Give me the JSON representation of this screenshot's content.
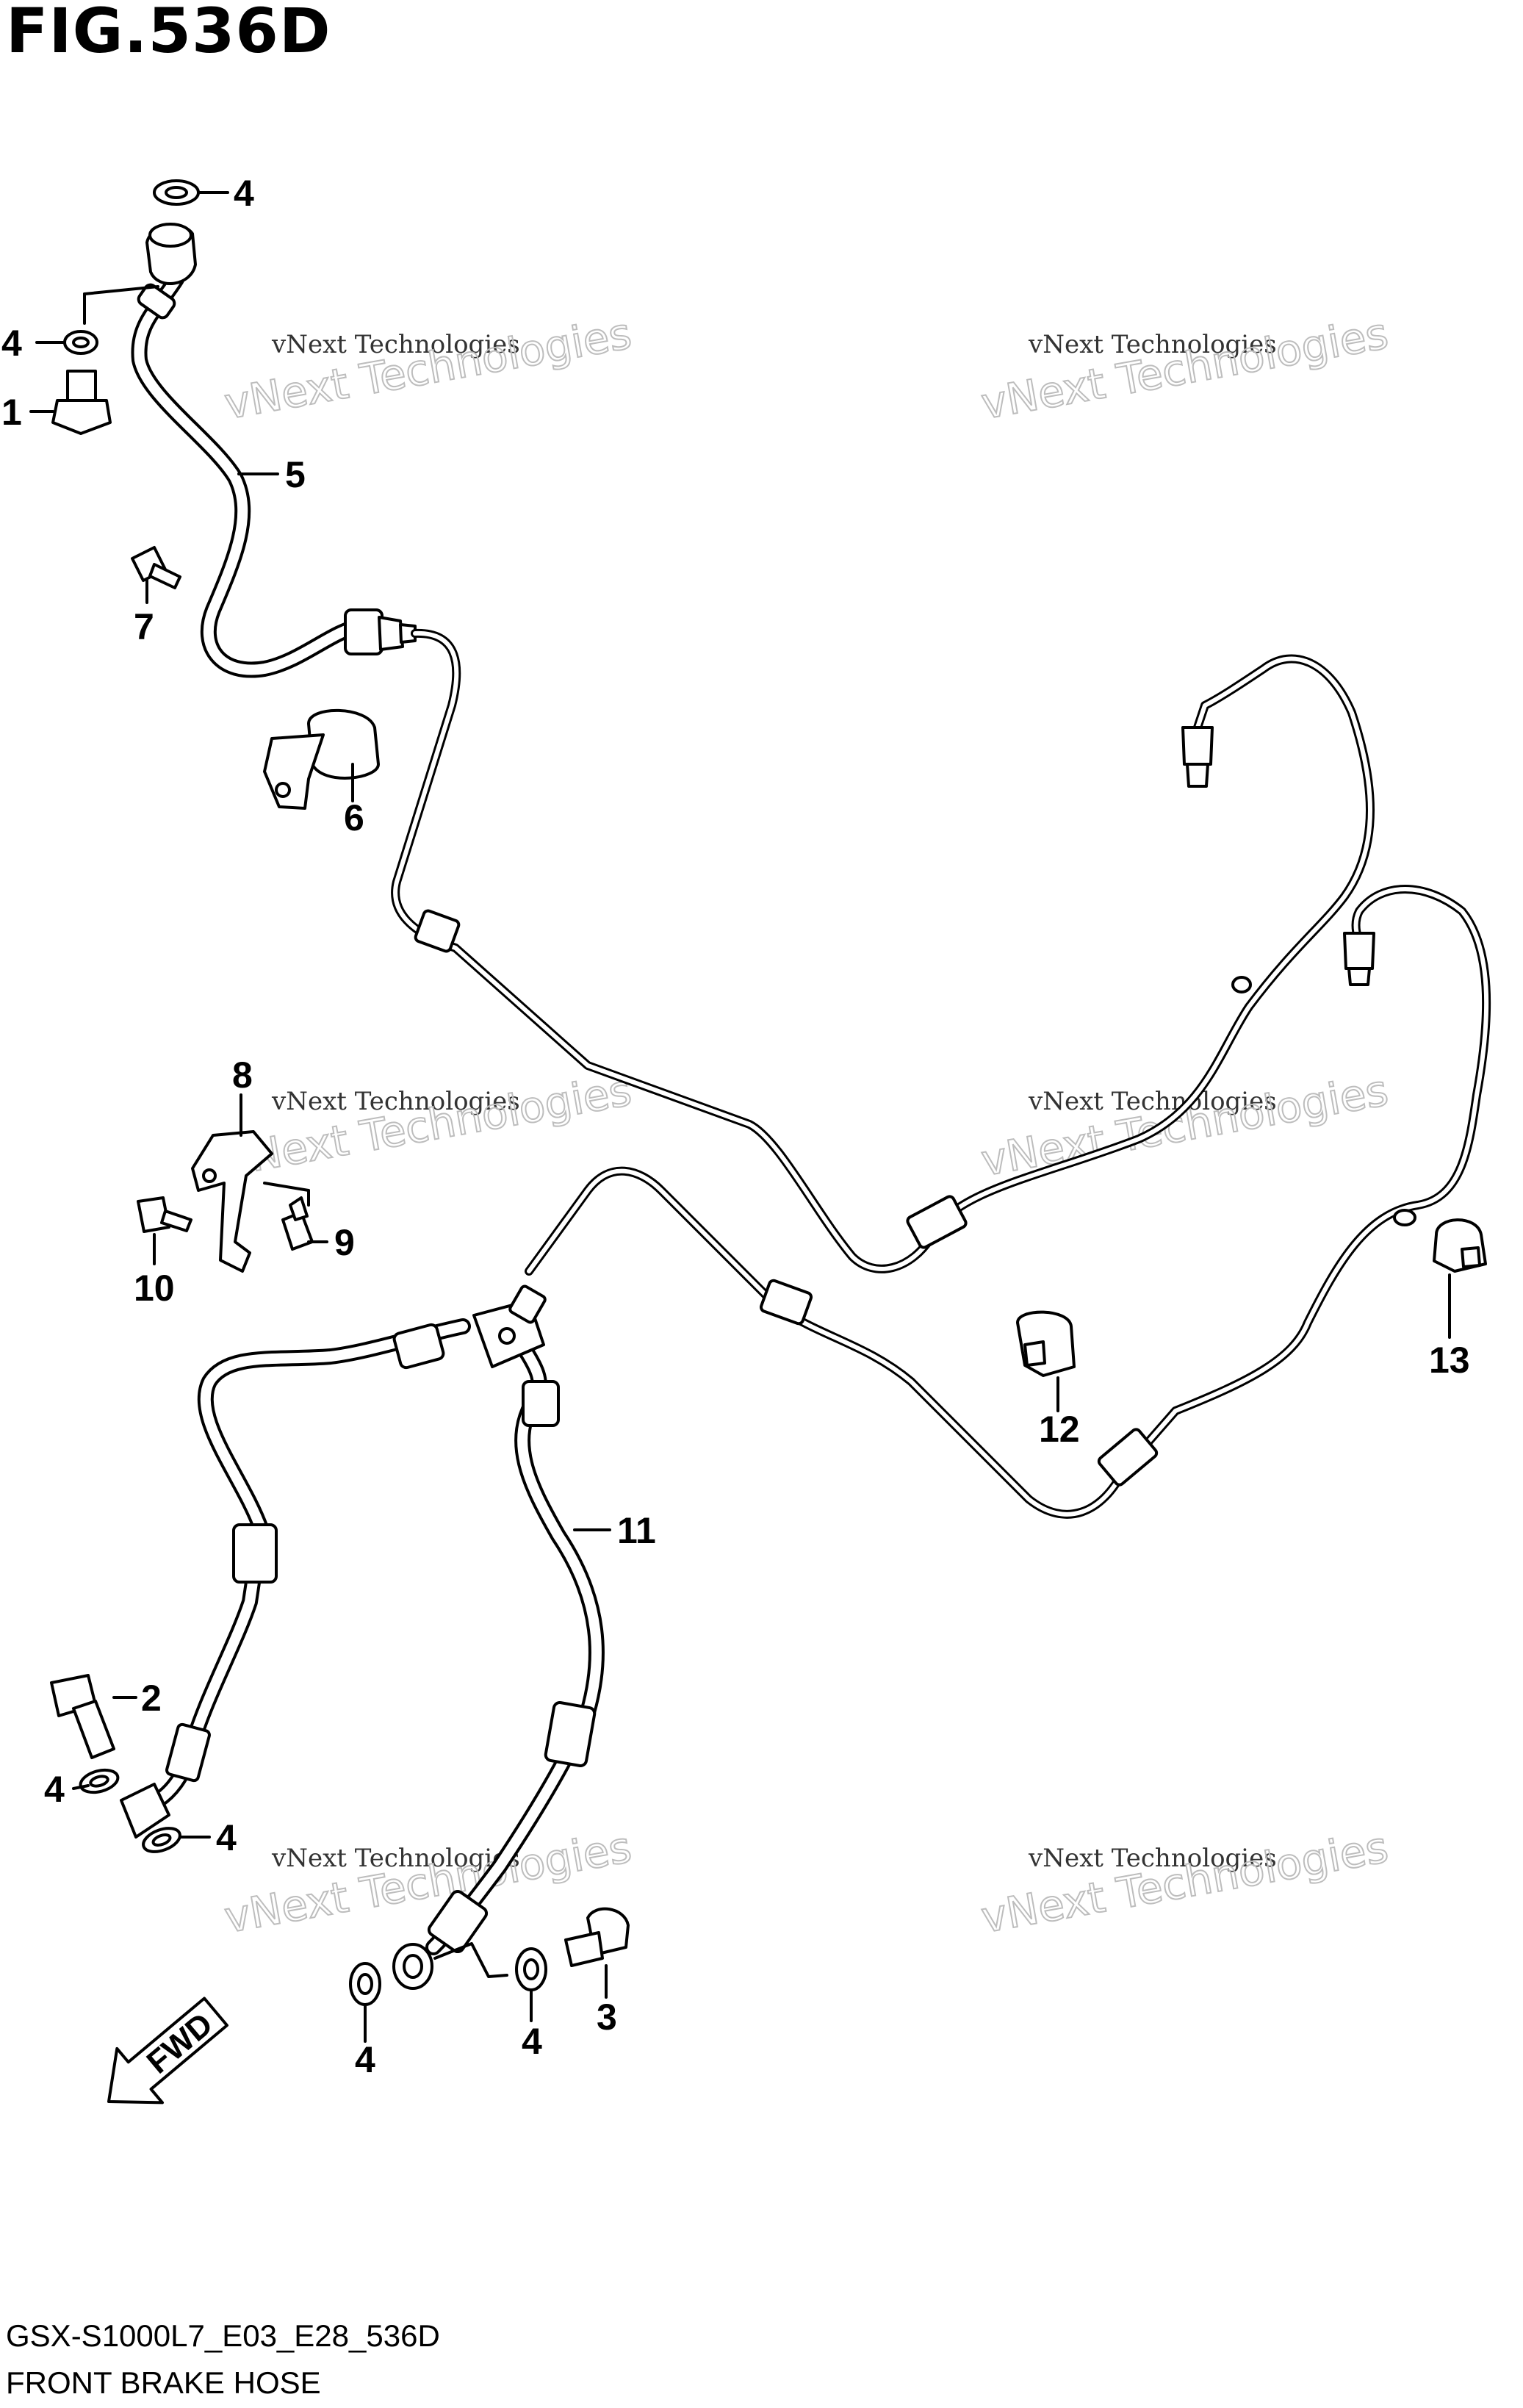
{
  "title": "FIG.536D",
  "footer": {
    "code": "GSX-S1000L7_E03_E28_536D",
    "caption": "FRONT BRAKE HOSE"
  },
  "watermarks": [
    {
      "line1": "vNext Technologies",
      "line2": "vNext Technologies"
    },
    {
      "line1": "vNext Technologies",
      "line2": "vNext Technologies"
    },
    {
      "line1": "vNext Technologies",
      "line2": "vNext Technologies"
    },
    {
      "line1": "vNext Technologies",
      "line2": "vNext Technologies"
    },
    {
      "line1": "vNext Technologies",
      "line2": "vNext Technologies"
    },
    {
      "line1": "vNext Technologies",
      "line2": "vNext Technologies"
    }
  ],
  "callouts": {
    "c1": "1",
    "c2": "2",
    "c3": "3",
    "c4a": "4",
    "c4b": "4",
    "c4c": "4",
    "c4d": "4",
    "c4e": "4",
    "c4f": "4",
    "c5": "5",
    "c6": "6",
    "c7": "7",
    "c8": "8",
    "c9": "9",
    "c10": "10",
    "c11": "11",
    "c12": "12",
    "c13": "13"
  },
  "fwd_label": "FWD"
}
